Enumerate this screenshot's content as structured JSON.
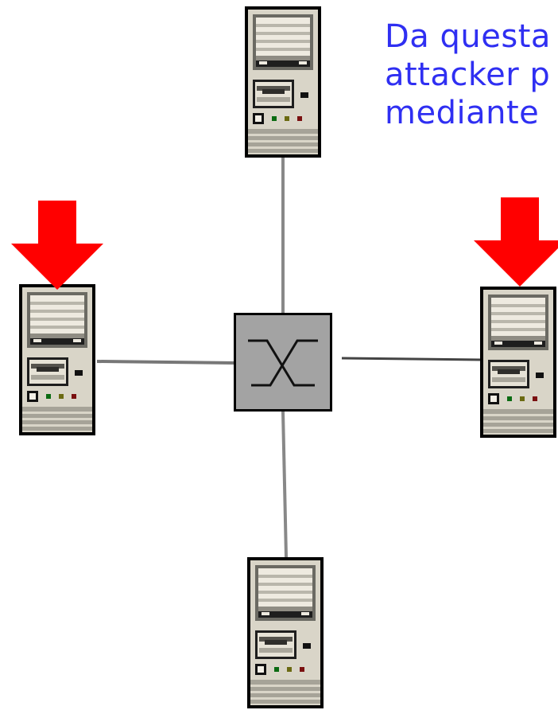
{
  "caption": {
    "lines": [
      "Da questa",
      "attacker p",
      "mediante"
    ]
  },
  "colors": {
    "caption_text": "#2f2ff2",
    "attack_arrow": "#ff0000",
    "switch_body": "#a3a3a3",
    "link_line": "#808080",
    "computer_case": "#d9d5c8"
  },
  "nodes": [
    {
      "id": "computer-top",
      "icon": "desktop-computer-icon"
    },
    {
      "id": "computer-left",
      "icon": "desktop-computer-icon",
      "targeted": true
    },
    {
      "id": "computer-right",
      "icon": "desktop-computer-icon",
      "targeted": true
    },
    {
      "id": "computer-bottom",
      "icon": "desktop-computer-icon"
    },
    {
      "id": "network-switch",
      "icon": "switch-icon"
    }
  ]
}
